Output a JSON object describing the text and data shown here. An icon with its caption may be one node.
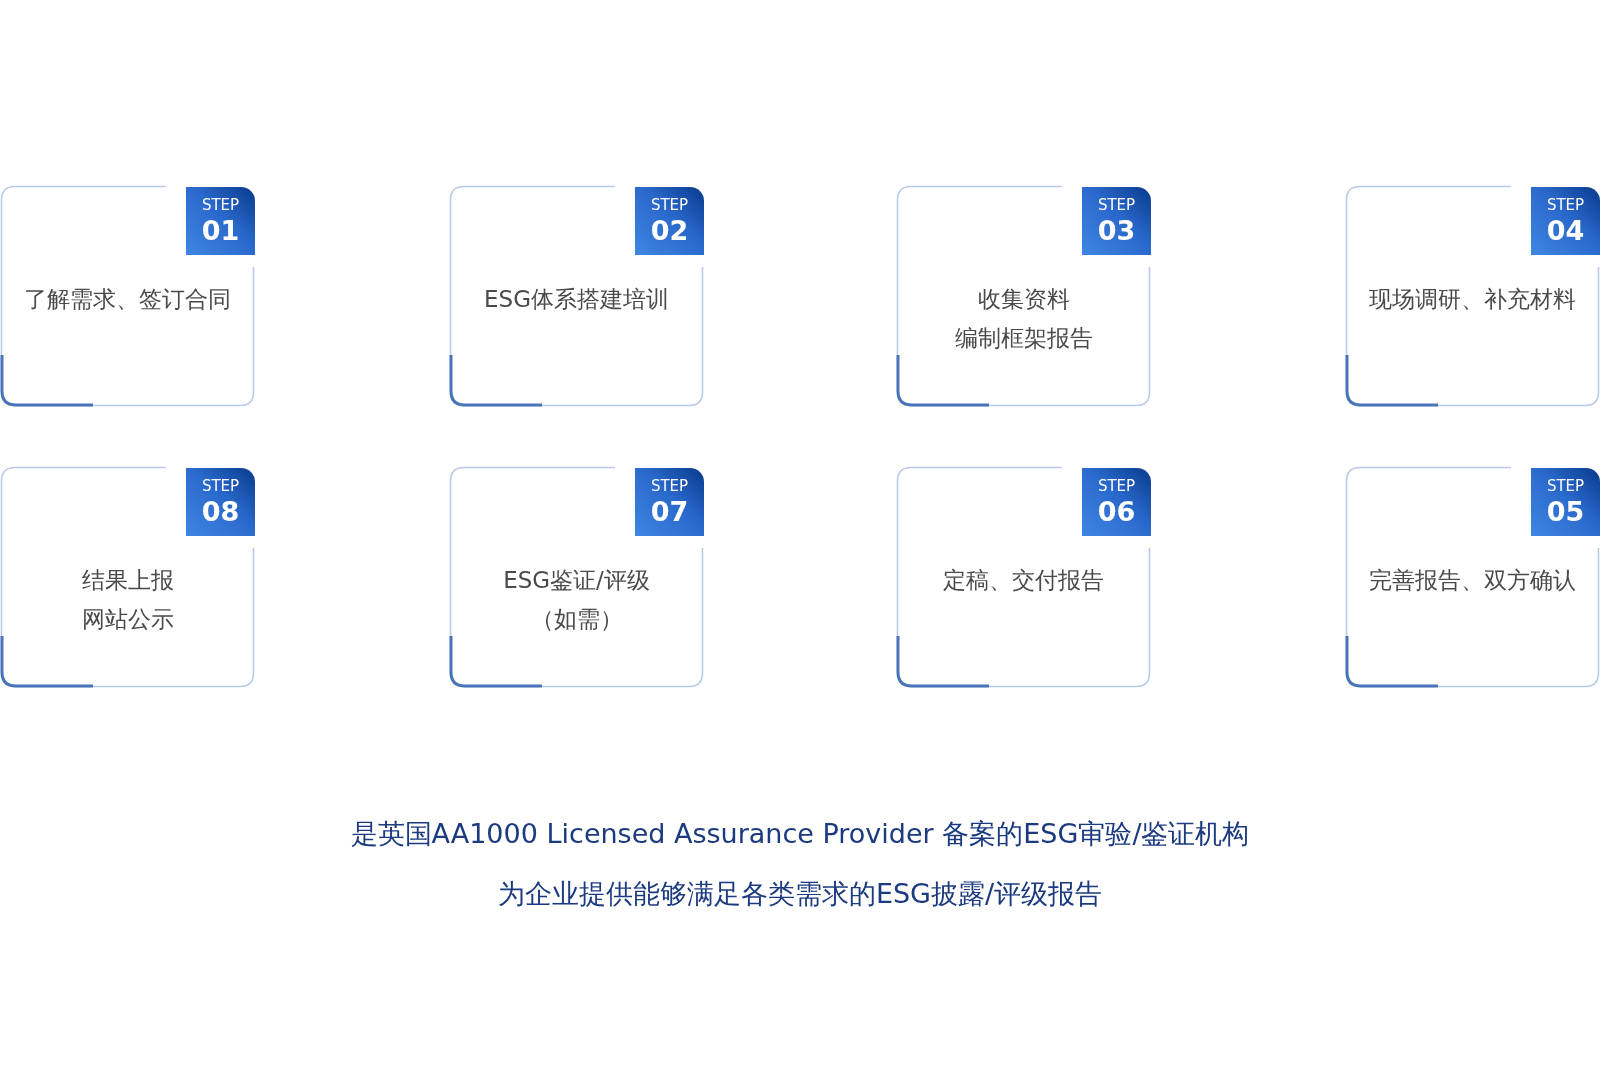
{
  "diagram": {
    "nodes": [
      {
        "text": [
          "了解需求、签订合同"
        ]
      },
      {
        "text": [
          "STEP",
          "01"
        ],
        "in": 0
      },
      {
        "text": [
          "ESG体系搭建培训"
        ]
      },
      {
        "text": [
          "STEP",
          "02"
        ],
        "in": 2
      },
      {
        "text": [
          "收集资料",
          "编制框架报告"
        ]
      },
      {
        "text": [
          "STEP",
          "03"
        ],
        "in": 4
      },
      {
        "text": [
          "现场调研、补充材料"
        ]
      },
      {
        "text": [
          "STEP",
          "04"
        ],
        "in": 6
      },
      {
        "text": [
          "结果上报",
          "网站公示"
        ]
      },
      {
        "text": [
          "STEP",
          "08"
        ],
        "in": 8
      },
      {
        "text": [
          "ESG鉴证/评级（如需）"
        ]
      },
      {
        "text": [
          "STEP",
          "07"
        ],
        "in": 10
      },
      {
        "text": [
          "定稿、交付报告"
        ]
      },
      {
        "text": [
          "STEP",
          "06"
        ],
        "in": 12
      },
      {
        "text": [
          "完善报告、双方确认"
        ]
      },
      {
        "text": [
          "STEP",
          "05"
        ],
        "in": 14
      }
    ],
    "labels": [
      "是英国AA1000 Licensed Assurance Provider 备案的ESG审验/鉴证机构",
      "为企业提供能够满足各类需求的ESG披露/评级报告"
    ]
  }
}
